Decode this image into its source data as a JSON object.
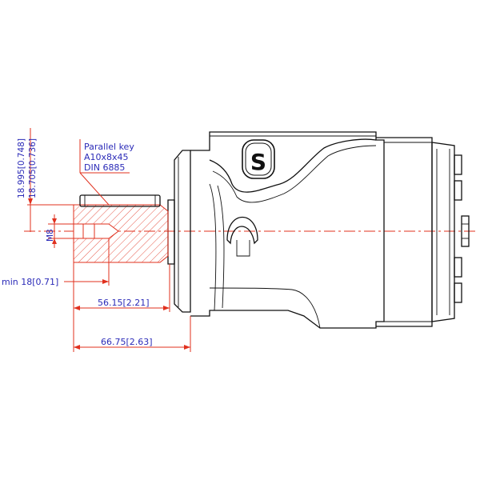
{
  "key_note": {
    "line1": "Parallel key",
    "line2": "A10x8x45",
    "line3": "DIN  6885"
  },
  "dimensions": {
    "shaft_dia_max": "18.995[0.748]",
    "shaft_dia_min": "18.705[0.736]",
    "thread": "M8",
    "thread_depth": "min  18[0.71]",
    "shaft_length": "56.15[2.21]",
    "overall_length": "66.75[2.63]"
  },
  "logo": {
    "letter": "S"
  },
  "colors": {
    "outline": "#111111",
    "dimension_line": "#e0301e",
    "dimension_text": "#2b2bb8",
    "section_hatch": "#e0301e"
  }
}
